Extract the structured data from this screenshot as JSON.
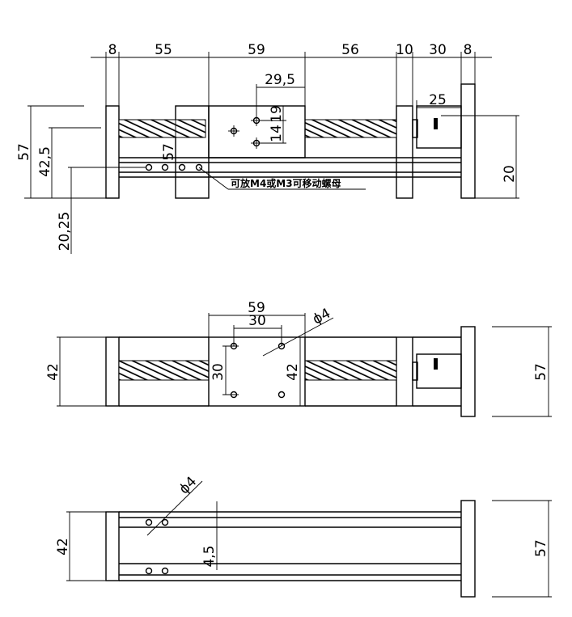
{
  "top_view": {
    "dims": {
      "seg1": "8",
      "seg2": "55",
      "seg3": "59",
      "seg4": "56",
      "seg5": "10",
      "seg6": "30",
      "seg7": "8",
      "carriage_offset": "29,5",
      "hole_v1": "14",
      "hole_v2": "19",
      "motor_len": "25",
      "height_total": "57",
      "height_mid": "42,5",
      "height_low": "20,25",
      "inner_height": "57",
      "right_height": "20"
    },
    "note": "可放M4或M3可移动螺母"
  },
  "front_view": {
    "dims": {
      "carriage_width": "59",
      "hole_spacing": "30",
      "hole_diameter": "ϕ4",
      "height_left": "42",
      "hole_vertical": "30",
      "carriage_height": "42",
      "height_right": "57"
    }
  },
  "bottom_view": {
    "dims": {
      "hole_diameter": "ϕ4",
      "height_left": "42",
      "rail_offset": "4,5",
      "height_right": "57"
    }
  }
}
